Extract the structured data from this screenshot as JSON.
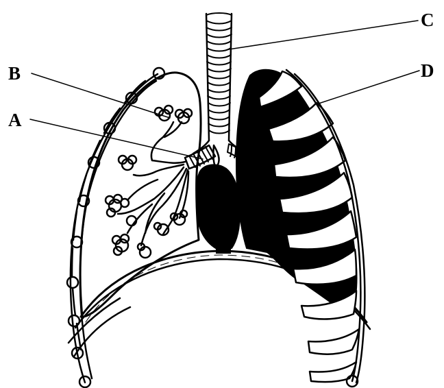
{
  "labels": {
    "a": "A",
    "b": "B",
    "c": "C",
    "d": "D"
  },
  "colors": {
    "ink": "#000000",
    "paper": "#ffffff"
  }
}
